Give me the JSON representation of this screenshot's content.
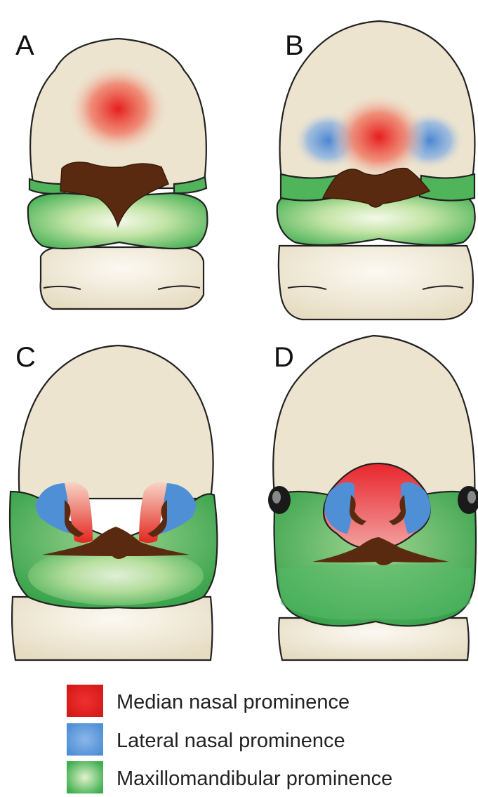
{
  "panels": [
    {
      "label": "A"
    },
    {
      "label": "B"
    },
    {
      "label": "C"
    },
    {
      "label": "D"
    }
  ],
  "legend": [
    {
      "label": "Median nasal prominence",
      "color": "#e8262c"
    },
    {
      "label": "Lateral nasal prominence",
      "color": "#4f8fd6"
    },
    {
      "label": "Maxillomandibular prominence",
      "color": "#3fae4f"
    }
  ],
  "colors": {
    "skin": "#ede4cf",
    "mouth": "#5a2a10",
    "outline": "#222222"
  }
}
